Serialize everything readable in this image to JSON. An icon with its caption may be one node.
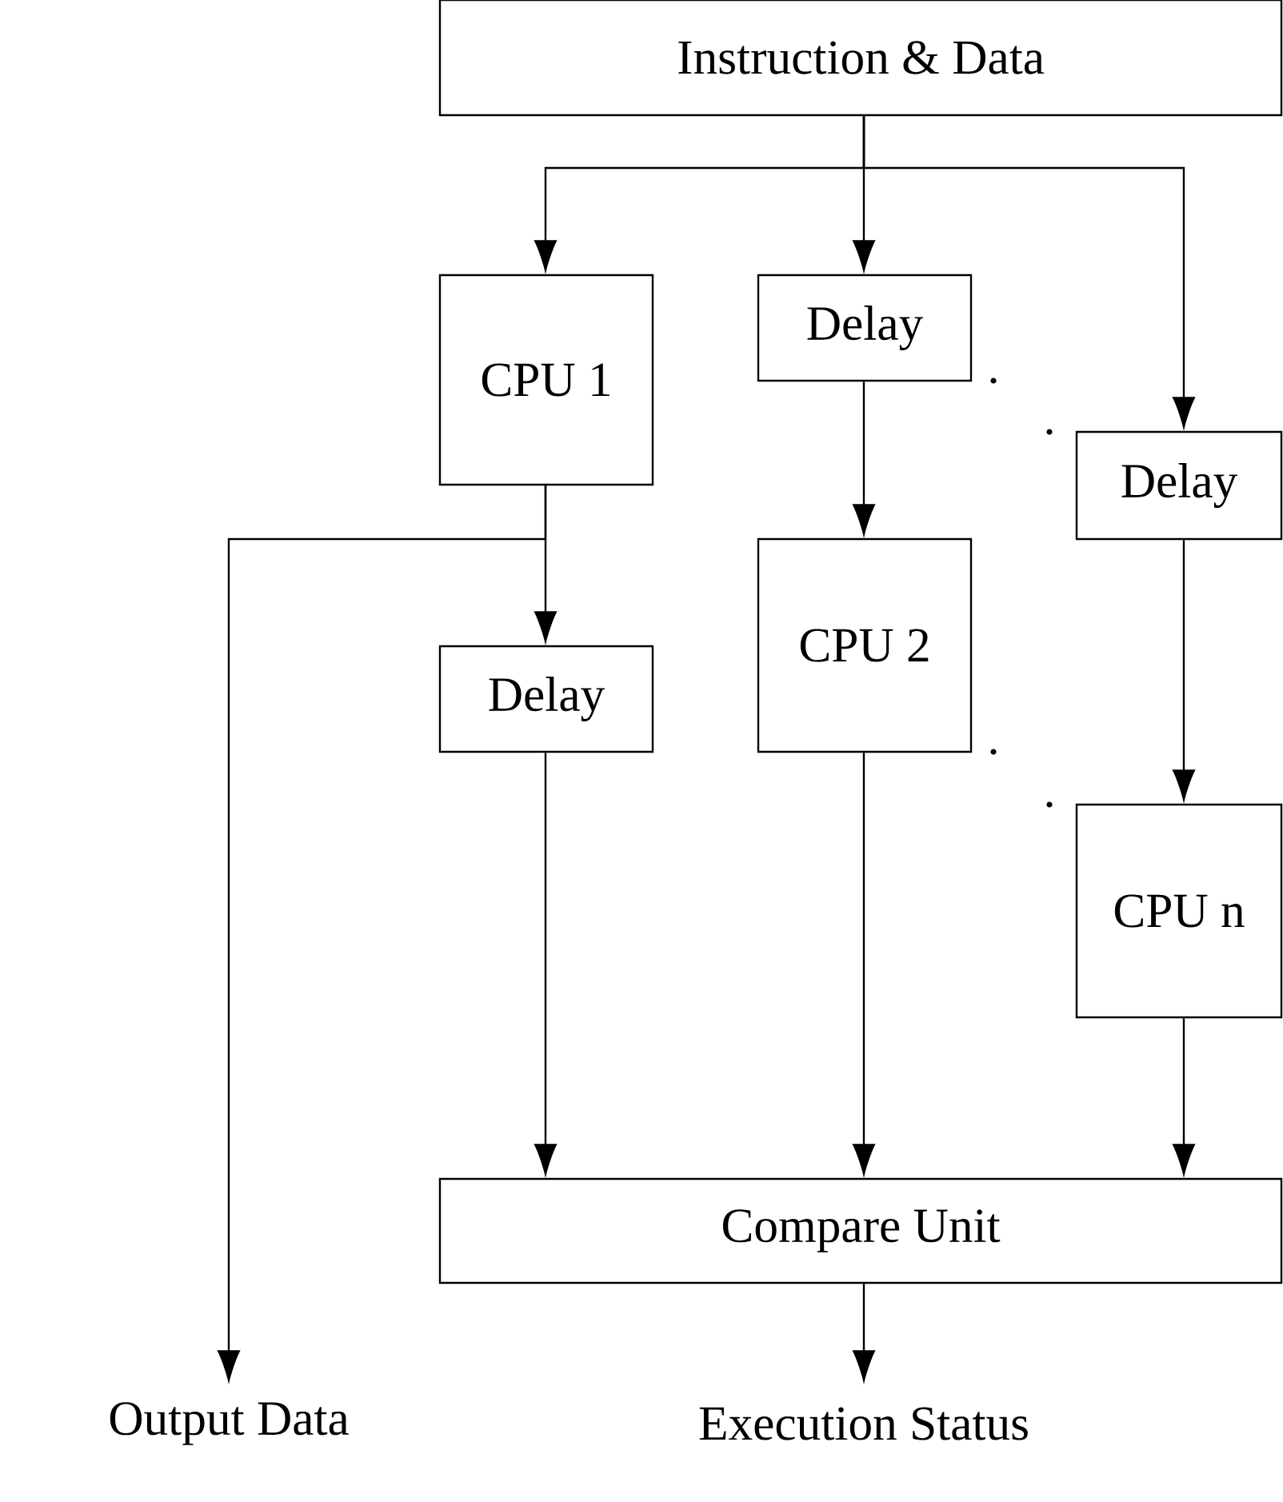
{
  "diagram": {
    "nodes": [
      {
        "text": [
          "Instruction & Data"
        ]
      },
      {
        "text": [
          "CPU 1"
        ]
      },
      {
        "text": [
          "Delay"
        ]
      },
      {
        "text": [
          "Delay"
        ]
      },
      {
        "text": [
          "CPU 2"
        ]
      },
      {
        "text": [
          "Delay"
        ]
      },
      {
        "text": [
          "CPU n"
        ]
      },
      {
        "text": [
          "Compare Unit"
        ]
      },
      {
        "text": [
          "Output Data"
        ]
      },
      {
        "text": [
          "Execution Status"
        ]
      }
    ],
    "edges": [
      {
        "from": 0,
        "to": 1,
        "arrow": "to"
      },
      {
        "from": 0,
        "to": 2,
        "arrow": "to"
      },
      {
        "from": 0,
        "to": 3,
        "arrow": "to"
      },
      {
        "from": 1,
        "to": 5,
        "arrow": "to"
      },
      {
        "from": 1,
        "to": 8,
        "arrow": "to"
      },
      {
        "from": 2,
        "to": 4,
        "arrow": "to"
      },
      {
        "from": 3,
        "to": 6,
        "arrow": "to"
      },
      {
        "from": 5,
        "to": 7,
        "arrow": "to"
      },
      {
        "from": 4,
        "to": 7,
        "arrow": "to"
      },
      {
        "from": 6,
        "to": 7,
        "arrow": "to"
      },
      {
        "from": 7,
        "to": 9,
        "arrow": "to"
      }
    ]
  }
}
